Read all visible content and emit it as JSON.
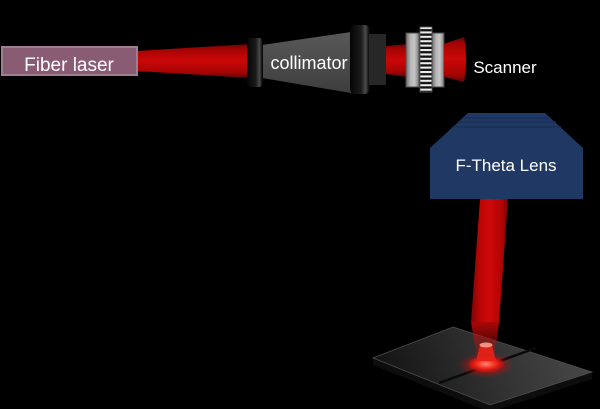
{
  "scene": {
    "background": "#000000",
    "labels": {
      "fiber_laser": "Fiber laser",
      "collimator": "collimator",
      "scanner": "Scanner",
      "f_theta_lens": "F-Theta Lens"
    },
    "colors": {
      "beam_red": "#c10505",
      "fiber_laser_fill": "#8a5c74",
      "fiber_laser_border": "#a07d92",
      "collimator_body_gray": "#4c4c4c",
      "mount_black": "#151515",
      "scanner_plate_gray": "#b7b7b7",
      "f_theta_lens_navy": "#1f3864",
      "work_surface_gray": "#3a3a3a",
      "laser_spot_glow": "#ff4632",
      "label_text": "#ffffff"
    }
  }
}
